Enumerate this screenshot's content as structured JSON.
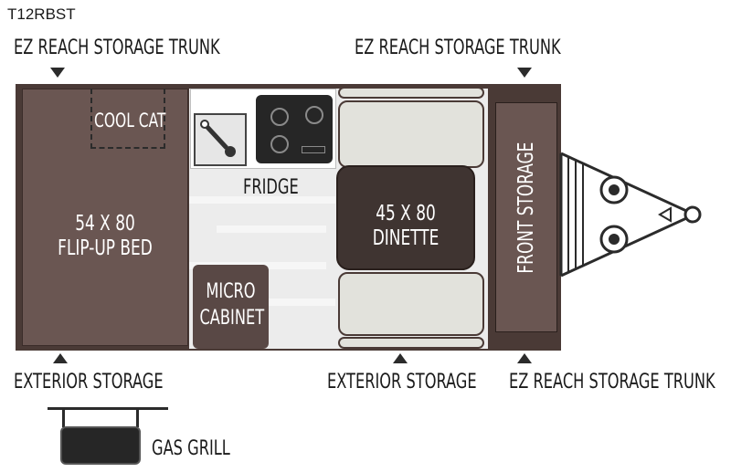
{
  "model": "T12RBST",
  "labels": {
    "top_left": "EZ REACH STORAGE TRUNK",
    "top_right": "EZ REACH STORAGE TRUNK",
    "bottom_left": "EXTERIOR STORAGE",
    "bottom_middle": "EXTERIOR STORAGE",
    "bottom_right": "EZ REACH STORAGE TRUNK",
    "gas_grill": "GAS GRILL"
  },
  "rooms": {
    "cool_cat": "COOL CAT",
    "bed_line1": "54 X 80",
    "bed_line2": "FLIP-UP BED",
    "fridge": "FRIDGE",
    "dinette_line1": "45 X 80",
    "dinette_line2": "DINETTE",
    "micro_line1": "MICRO",
    "micro_line2": "CABINET",
    "front_storage": "FRONT STORAGE"
  },
  "colors": {
    "wall": "#4a3a36",
    "bed": "#6a5652",
    "dinette": "#3f3431",
    "seat": "#e2e2dc"
  }
}
